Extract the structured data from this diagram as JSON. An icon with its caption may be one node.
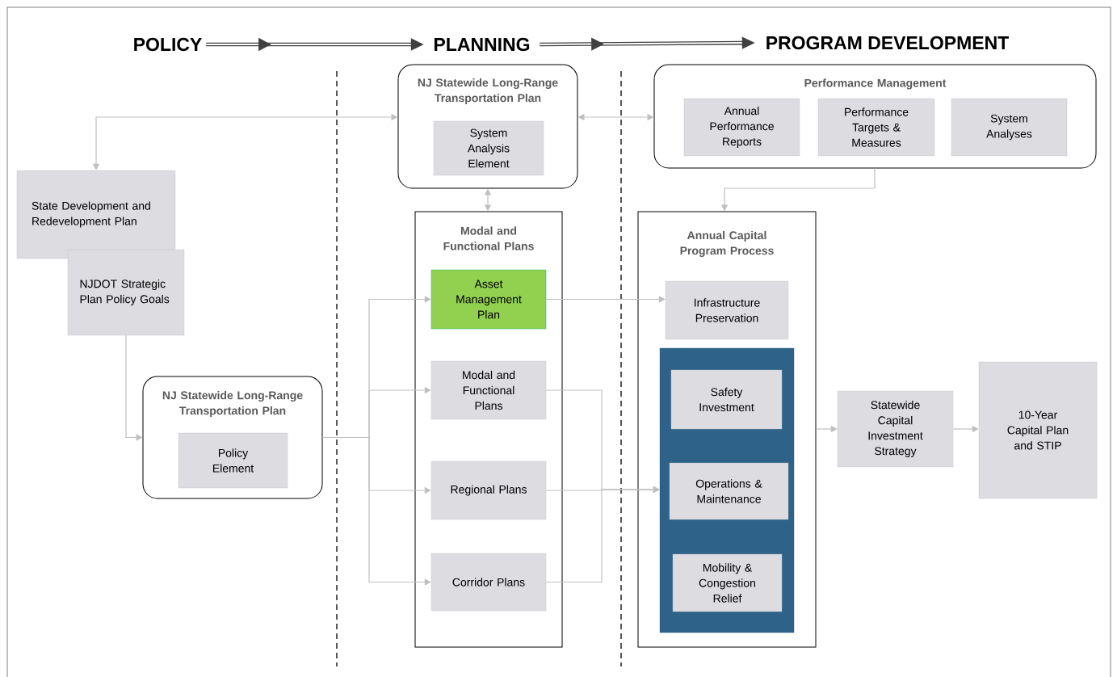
{
  "diagram": {
    "nodes": [
      {
        "text": [
          "POLICY"
        ]
      },
      {
        "text": [
          "PLANNING"
        ]
      },
      {
        "text": [
          "PROGRAM DEVELOPMENT"
        ]
      },
      {
        "text": [
          "NJ Statewide Long-Range Transportation Plan"
        ]
      },
      {
        "text": [
          "System Analysis Element"
        ],
        "in": 3
      },
      {
        "text": [
          "Performance Management"
        ]
      },
      {
        "text": [
          "Annual Performance Reports"
        ],
        "in": 5
      },
      {
        "text": [
          "Performance Targets & Measures"
        ],
        "in": 5
      },
      {
        "text": [
          "System Analyses"
        ],
        "in": 5
      },
      {
        "text": [
          "State Development and Redevelopment Plan"
        ]
      },
      {
        "text": [
          "NJDOT Strategic Plan Policy Goals"
        ]
      },
      {
        "text": [
          "NJ Statewide Long-Range Transportation Plan"
        ]
      },
      {
        "text": [
          "Policy Element"
        ],
        "in": 11
      },
      {
        "text": [
          "Modal and Functional Plans"
        ]
      },
      {
        "text": [
          "Asset Management Plan"
        ],
        "in": 13
      },
      {
        "text": [
          "Modal and Functional Plans"
        ],
        "in": 13
      },
      {
        "text": [
          "Regional Plans"
        ],
        "in": 13
      },
      {
        "text": [
          "Corridor Plans"
        ],
        "in": 13
      },
      {
        "text": [
          "Annual Capital Program Process"
        ]
      },
      {
        "text": [
          "Infrastructure Preservation"
        ],
        "in": 18
      },
      {
        "text": [],
        "shape": "box",
        "in": 18
      },
      {
        "text": [
          "Safety Investment"
        ],
        "in": 20
      },
      {
        "text": [
          "Operations & Maintenance"
        ],
        "in": 20
      },
      {
        "text": [
          "Mobility & Congestion Relief"
        ],
        "in": 20
      },
      {
        "text": [
          "Statewide Capital Investment Strategy"
        ]
      },
      {
        "text": [
          "10-Year Capital Plan and STIP"
        ]
      }
    ],
    "edges": [
      {
        "from": 0,
        "to": 1,
        "arrow": "to",
        "style": "thick",
        "color": "#404040"
      },
      {
        "from": 1,
        "to": 2,
        "arrow": "to",
        "style": "thick",
        "color": "#404040"
      },
      {
        "from": 9,
        "to": 3,
        "arrow": "both"
      },
      {
        "from": 3,
        "to": 5,
        "arrow": "both"
      },
      {
        "from": 3,
        "to": 13,
        "arrow": "both"
      },
      {
        "from": 5,
        "to": 18,
        "arrow": "to"
      },
      {
        "from": 10,
        "to": 11,
        "arrow": "to"
      },
      {
        "from": 11,
        "to": 14,
        "arrow": "to"
      },
      {
        "from": 11,
        "to": 15,
        "arrow": "to"
      },
      {
        "from": 11,
        "to": 16,
        "arrow": "to"
      },
      {
        "from": 11,
        "to": 17,
        "arrow": "to"
      },
      {
        "from": 14,
        "to": 19,
        "arrow": "to"
      },
      {
        "from": 15,
        "to": 20,
        "arrow": "to"
      },
      {
        "from": 16,
        "to": 20,
        "arrow": "to"
      },
      {
        "from": 17,
        "to": 20,
        "arrow": "to"
      },
      {
        "from": 18,
        "to": 24,
        "arrow": "to"
      },
      {
        "from": 24,
        "to": 25,
        "arrow": "to"
      }
    ]
  }
}
